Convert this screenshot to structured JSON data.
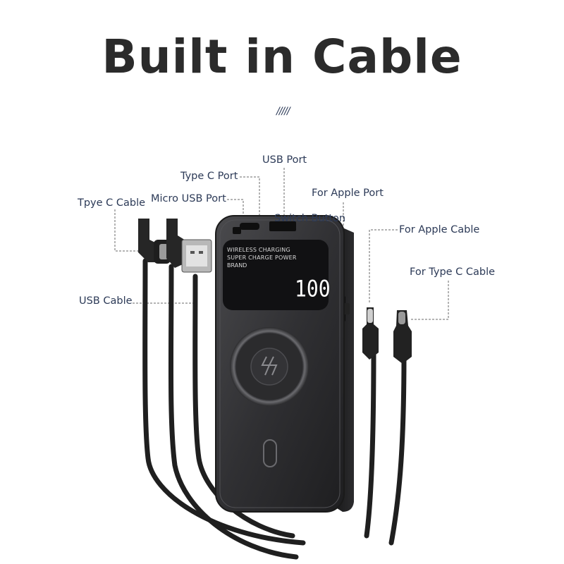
{
  "title": "Built in Cable",
  "decoration": "/////",
  "product": {
    "display_line1": "WIRELESS CHARGING",
    "display_line2": "SUPER CHARGE POWER",
    "display_line3": "BRAND",
    "display_value": "100"
  },
  "labels": {
    "usb_port": "USB Port",
    "type_c_port": "Type C Port",
    "micro_usb_port": "Micro USB Port",
    "type_c_cable": "Tpye C Cable",
    "for_apple_port": "For Apple Port",
    "switch_button": "Switch Button",
    "for_apple_cable": "For Apple Cable",
    "for_type_c_cable": "For Type C Cable",
    "usb_cable": "USB Cable"
  },
  "colors": {
    "label_text": "#2c3a57",
    "title_text": "#2b2b2b",
    "device_body": "#3a3a3c"
  }
}
